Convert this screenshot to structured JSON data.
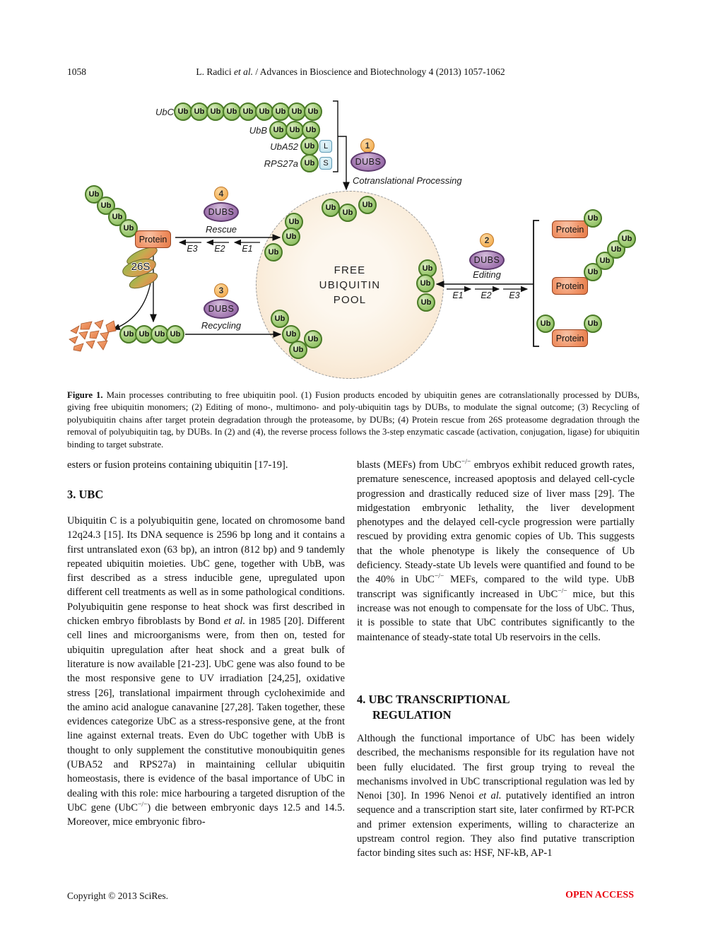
{
  "header": {
    "page_number": "1058",
    "running_title": "L. Radici *et al.* / Advances in Bioscience and Biotechnology 4 (2013) 1057-1062"
  },
  "figure": {
    "ub_label": "Ub",
    "genes": {
      "ubc": "UbC",
      "ubb": "UbB",
      "uba52": "UbA52",
      "rps27a": "RPS27a"
    },
    "tags": {
      "l": "L",
      "s": "S"
    },
    "dubs_label": "DUBS",
    "steps": {
      "s1": "1",
      "s2": "2",
      "s3": "3",
      "s4": "4"
    },
    "processes": {
      "cotranslational": "Cotranslational Processing",
      "rescue": "Rescue",
      "recycling": "Recycling",
      "editing": "Editing"
    },
    "enzymes": {
      "e1": "E1",
      "e2": "E2",
      "e3": "E3"
    },
    "pool": {
      "line1": "FREE",
      "line2": "UBIQUITIN",
      "line3": "POOL"
    },
    "protein_label": "Protein",
    "proteasome_label": "26S"
  },
  "caption": {
    "label": "Figure 1.",
    "text": "Main processes contributing to free ubiquitin pool. (1) Fusion products encoded by ubiquitin genes are cotranslationally processed by DUBs, giving free ubiquitin monomers; (2) Editing of mono-, multimono- and poly-ubiquitin tags by DUBs, to modulate the signal outcome; (3) Recycling of polyubiquitin chains after target protein degradation through the proteasome, by DUBs; (4) Protein rescue from 26S proteasome degradation through the removal of polyubiquitin tag, by DUBs. In (2) and (4), the reverse process follows the 3-step enzymatic cascade (activation, conjugation, ligase) for ubiquitin binding to target substrate."
  },
  "body": {
    "left": {
      "intro": "esters or fusion proteins containing ubiquitin [17-19].",
      "heading": "3. UBC",
      "paragraph": "Ubiquitin C is a polyubiquitin gene, located on chromosome band 12q24.3 [15]. Its DNA sequence is 2596 bp long and it contains a first untranslated exon (63 bp), an intron (812 bp) and 9 tandemly repeated ubiquitin moieties. UbC gene, together with UbB, was first described as a stress inducible gene, upregulated upon different cell treatments as well as in some pathological conditions. Polyubiquitin gene response to heat shock was first described in chicken embryo fibroblasts by Bond *et al.* in 1985 [20]. Different cell lines and microorganisms were, from then on, tested for ubiquitin upregulation after heat shock and a great bulk of literature is now available [21-23]. UbC gene was also found to be the most responsive gene to UV irradiation [24,25], oxidative stress [26], translational impairment through cycloheximide and the amino acid analogue canavanine [27,28]. Taken together, these evidences categorize UbC as a stress-responsive gene, at the front line against external treats. Even do UbC together with UbB is thought to only supplement the constitutive monoubiquitin genes (UBA52 and RPS27a) in maintaining cellular ubiquitin homeostasis, there is evidence of the basal importance of UbC in dealing with this role: mice harbouring a targeted disruption of the UbC gene (UbC^{−/−}) die between embryonic days 12.5 and 14.5. Moreover, mice embryonic fibro-"
    },
    "right": {
      "paragraph1": "blasts (MEFs) from UbC^{−/−} embryos exhibit reduced growth rates, premature senescence, increased apoptosis and delayed cell-cycle progression and drastically reduced size of liver mass [29]. The midgestation embryonic lethality, the liver development phenotypes and the delayed cell-cycle progression were partially rescued by providing extra genomic copies of Ub. This suggests that the whole phenotype is likely the consequence of Ub deficiency. Steady-state Ub levels were quantified and found to be the 40% in UbC^{−/−} MEFs, compared to the wild type. UbB transcript was significantly increased in UbC^{−/−} mice, but this increase was not enough to compensate for the loss of UbC. Thus, it is possible to state that UbC contributes significantly to the maintenance of steady-state total Ub reservoirs in the cells.",
      "heading_line1": "4. UBC TRANSCRIPTIONAL",
      "heading_line2": "REGULATION",
      "paragraph2": "Although the functional importance of UbC has been widely described, the mechanisms responsible for its regulation have not been fully elucidated. The first group trying to reveal the mechanisms involved in UbC transcriptional regulation was led by Nenoi [30]. In 1996 Nenoi *et al.* putatively identified an intron sequence and a transcription start site, later confirmed by RT-PCR and primer extension experiments, willing to characterize an upstream control region. They also find putative transcription factor binding sites such as: HSF, NF-kB, AP-1"
    }
  },
  "footer": {
    "copyright": "Copyright © 2013 SciRes.",
    "open_access": "OPEN ACCESS"
  },
  "colors": {
    "ub_green": "#8fc468",
    "dubs_purple": "#a87fb5",
    "protein_orange": "#f09468",
    "badge_orange": "#f6b863",
    "pool_peach": "#f6dcc0",
    "open_access_red": "#e8000d"
  }
}
